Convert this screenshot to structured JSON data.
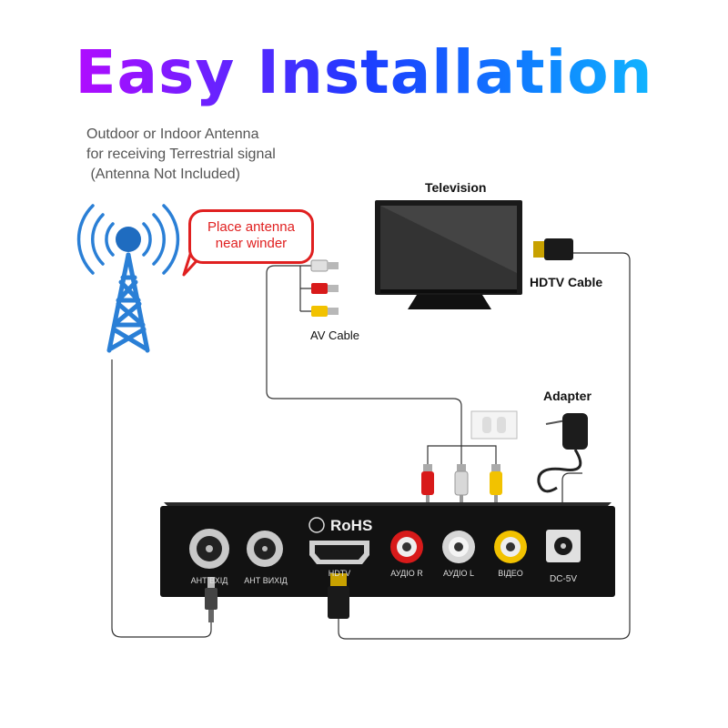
{
  "title": "Easy Installation",
  "antenna_note": {
    "line1": "Outdoor or Indoor Antenna",
    "line2": "for receiving Terrestrial signal",
    "line3": " (Antenna Not Included)"
  },
  "bubble": {
    "line1": "Place antenna",
    "line2": "near winder"
  },
  "labels": {
    "television": "Television",
    "hdtv_cable": "HDTV Cable",
    "av_cable": "AV Cable",
    "adapter": "Adapter"
  },
  "device": {
    "rohs": "RoHS",
    "ports": {
      "ant_in": "АНТ ВХІД",
      "ant_out": "АНТ ВИХІД",
      "hdmi": "HDTV",
      "audio_r": "АУДІО R",
      "audio_l": "АУДІО L",
      "video": "ВІДЕО",
      "dc": "DC-5V"
    }
  },
  "colors": {
    "title_gradient": [
      "#d800ff",
      "#1d3cff",
      "#14d6ff"
    ],
    "antenna": "#2a7fd6",
    "bubble": "#e02020",
    "rca_red": "#d81a1a",
    "rca_white": "#d8d8d8",
    "rca_yellow": "#f2c200"
  }
}
